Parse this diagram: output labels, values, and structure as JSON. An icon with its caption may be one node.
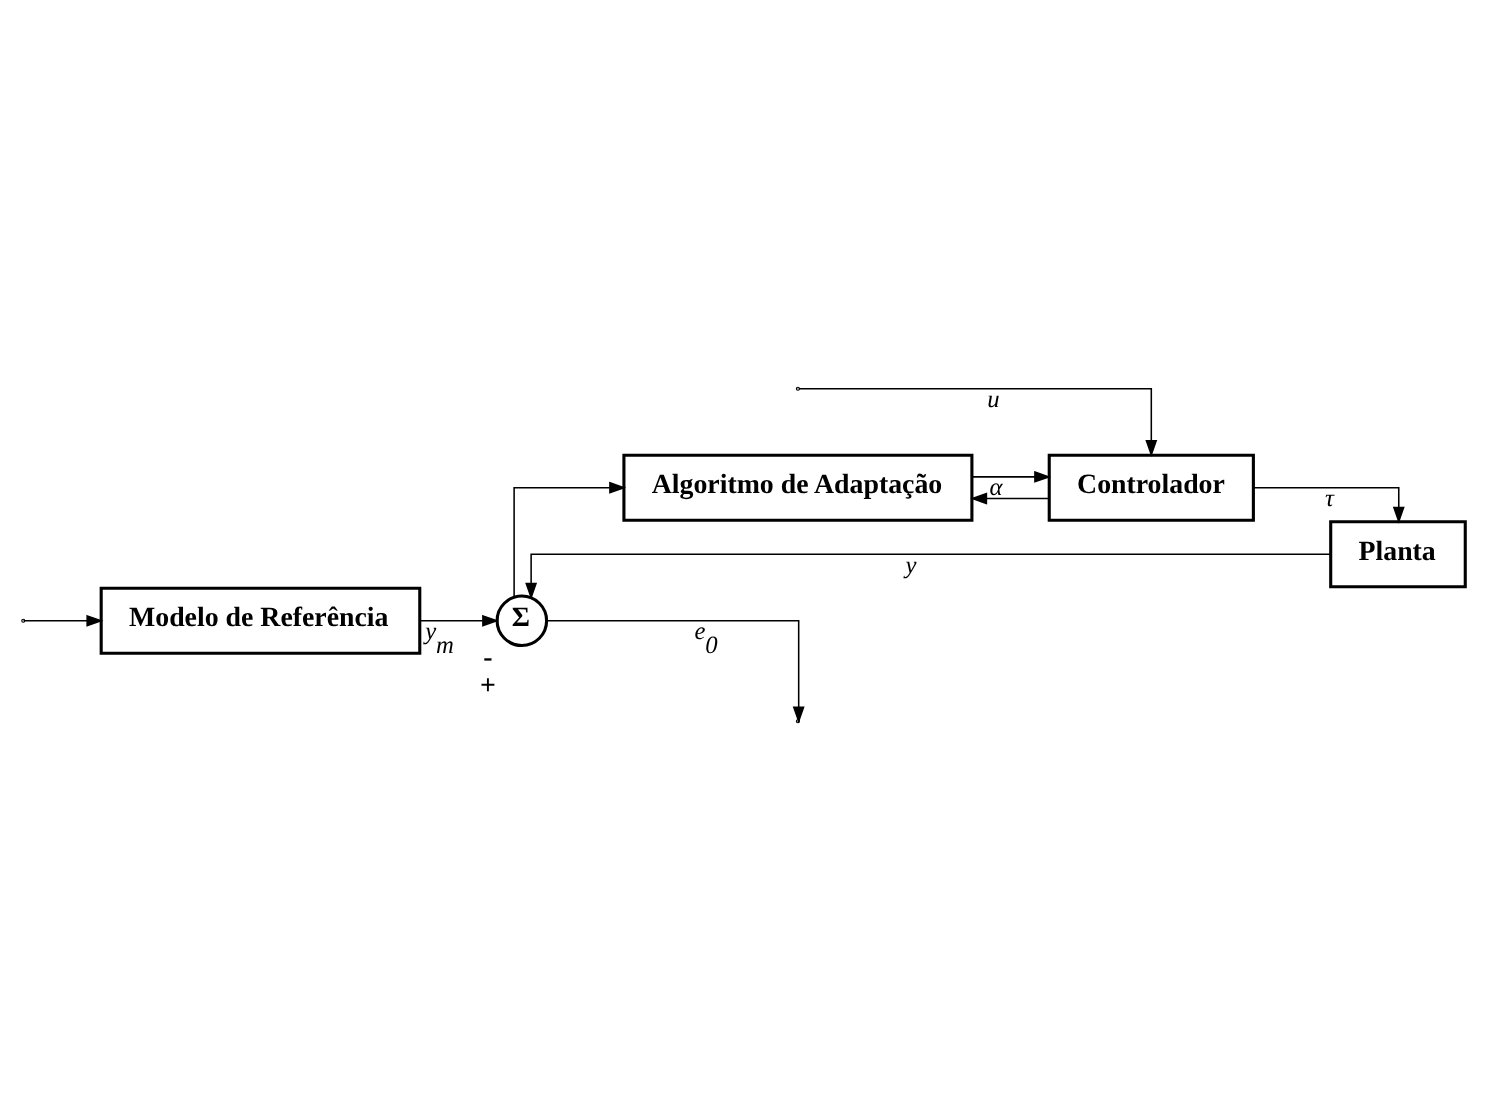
{
  "diagram": {
    "nodes": [
      {
        "text": [
          "Modelo de Referência"
        ]
      },
      {
        "text": [
          "Controlador"
        ]
      },
      {
        "text": [
          "Planta"
        ]
      },
      {
        "text": [
          "Algoritmo de Adaptação"
        ]
      },
      {
        "text": [
          "Σ"
        ],
        "beside": [
          "-",
          "+"
        ]
      }
    ],
    "edges": [
      {
        "from": null,
        "to": 1,
        "arrow": "to",
        "label": "u"
      },
      {
        "from": null,
        "to": 0,
        "arrow": "to"
      },
      {
        "from": 1,
        "to": 2,
        "arrow": "to",
        "label": "τ"
      },
      {
        "from": 1,
        "to": 3,
        "arrow": "to"
      },
      {
        "from": 0,
        "to": 4,
        "arrow": "to",
        "label": "y$_{m}$"
      },
      {
        "from": 2,
        "to": 4,
        "arrow": "to",
        "label": "y"
      },
      {
        "from": 4,
        "to": null,
        "arrow": "to",
        "label": "e$_{0}$"
      },
      {
        "from": 4,
        "to": 3,
        "arrow": "to"
      },
      {
        "from": 3,
        "to": 1,
        "arrow": "to",
        "label": "α"
      }
    ]
  }
}
